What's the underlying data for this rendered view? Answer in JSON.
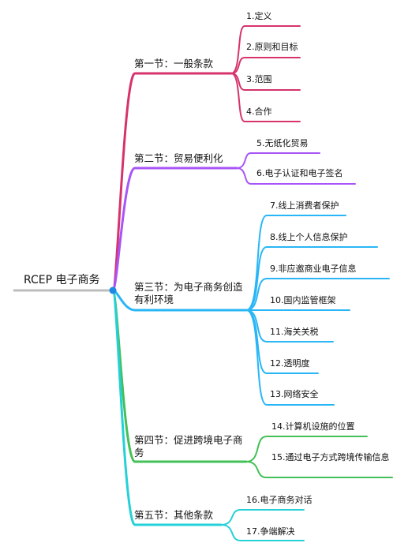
{
  "colors": {
    "root": "#bdbdbd",
    "node": "#1e88e5",
    "sec1": "#d6336c",
    "sec2": "#a855f7",
    "sec3": "#29b6f6",
    "sec4": "#43c057",
    "sec5": "#26d0d8"
  },
  "root": {
    "label": "RCEP 电子商务"
  },
  "sections": [
    {
      "label": "第一节：一般条款",
      "items": [
        "1.定义",
        "2.原则和目标",
        "3.范围",
        "4.合作"
      ]
    },
    {
      "label": "第二节：贸易便利化",
      "items": [
        "5.无纸化贸易",
        "6.电子认证和电子签名"
      ]
    },
    {
      "label": "第三节：为电子商务创造有利环境",
      "items": [
        "7.线上消费者保护",
        "8.线上个人信息保护",
        "9.非应邀商业电子信息",
        "10.国内监管框架",
        "11.海关关税",
        "12.透明度",
        "13.网络安全"
      ]
    },
    {
      "label": "第四节：促进跨境电子商务",
      "items": [
        "14.计算机设施的位置",
        "15.通过电子方式跨境传输信息"
      ]
    },
    {
      "label": "第五节：其他条款",
      "items": [
        "16.电子商务对话",
        "17.争端解决"
      ]
    }
  ]
}
